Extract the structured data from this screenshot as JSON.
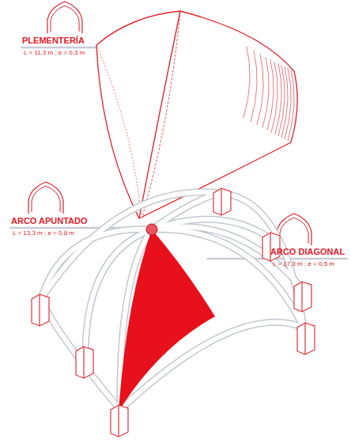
{
  "diagram": {
    "labels": [
      "PLEMENTERÍA",
      "L = 11,3 m ; e = 0,3 m",
      "ARCO APUNTADO",
      "L = 13,3 m ; e = 0,8 m",
      "ARCO DIAGONAL",
      "L = 17,3 m ; e = 0,5 m"
    ]
  }
}
